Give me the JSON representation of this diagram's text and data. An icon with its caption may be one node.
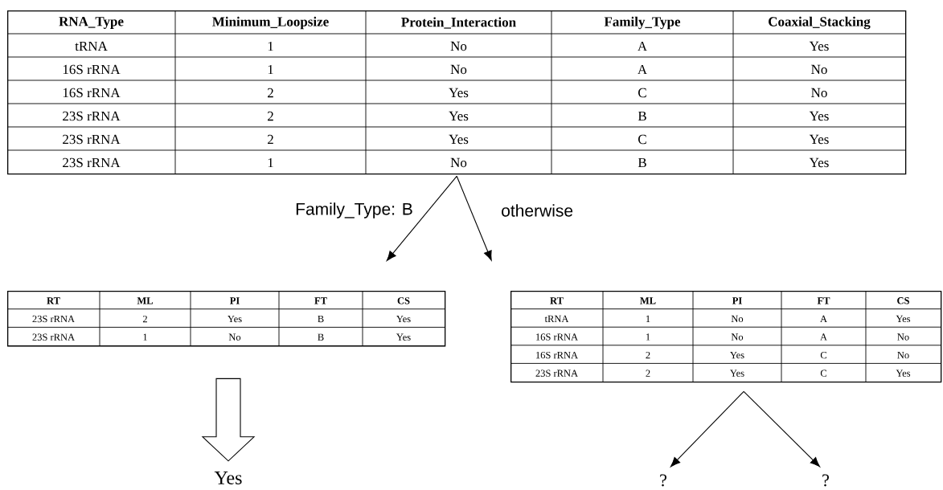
{
  "diagram": {
    "nodes": [
      {
        "text": [
          "RNA_Type",
          "Minimum_Loopsize",
          "Protein_Interaction",
          "Family_Type",
          "Coaxial_Stacking",
          "tRNA",
          "1",
          "No",
          "A",
          "Yes",
          "16S rRNA",
          "1",
          "No",
          "A",
          "No",
          "16S rRNA",
          "2",
          "Yes",
          "C",
          "No",
          "23S rRNA",
          "2",
          "Yes",
          "B",
          "Yes",
          "23S rRNA",
          "2",
          "Yes",
          "C",
          "Yes",
          "23S rRNA",
          "1",
          "No",
          "B",
          "Yes"
        ]
      },
      {
        "text": [
          "RT",
          "ML",
          "PI",
          "FT",
          "CS",
          "23S rRNA",
          "2",
          "Yes",
          "B",
          "Yes",
          "23S rRNA",
          "1",
          "No",
          "B",
          "Yes"
        ]
      },
      {
        "text": [
          "RT",
          "ML",
          "PI",
          "FT",
          "CS",
          "tRNA",
          "1",
          "No",
          "A",
          "Yes",
          "16S rRNA",
          "1",
          "No",
          "A",
          "No",
          "16S rRNA",
          "2",
          "Yes",
          "C",
          "No",
          "23S rRNA",
          "2",
          "Yes",
          "C",
          "Yes"
        ]
      },
      {
        "text": [
          "Yes"
        ]
      },
      {
        "text": [
          "?"
        ]
      },
      {
        "text": [
          "?"
        ]
      }
    ],
    "edges": [
      {
        "from": 0,
        "to": 1,
        "arrow": "to",
        "label": "Family_Type: B"
      },
      {
        "from": 0,
        "to": 2,
        "arrow": "to",
        "label": "otherwise"
      },
      {
        "from": 1,
        "to": 3,
        "arrow": "to",
        "style": "thick"
      },
      {
        "from": 2,
        "to": 4,
        "arrow": "to"
      },
      {
        "from": 2,
        "to": 5,
        "arrow": "to"
      }
    ]
  }
}
